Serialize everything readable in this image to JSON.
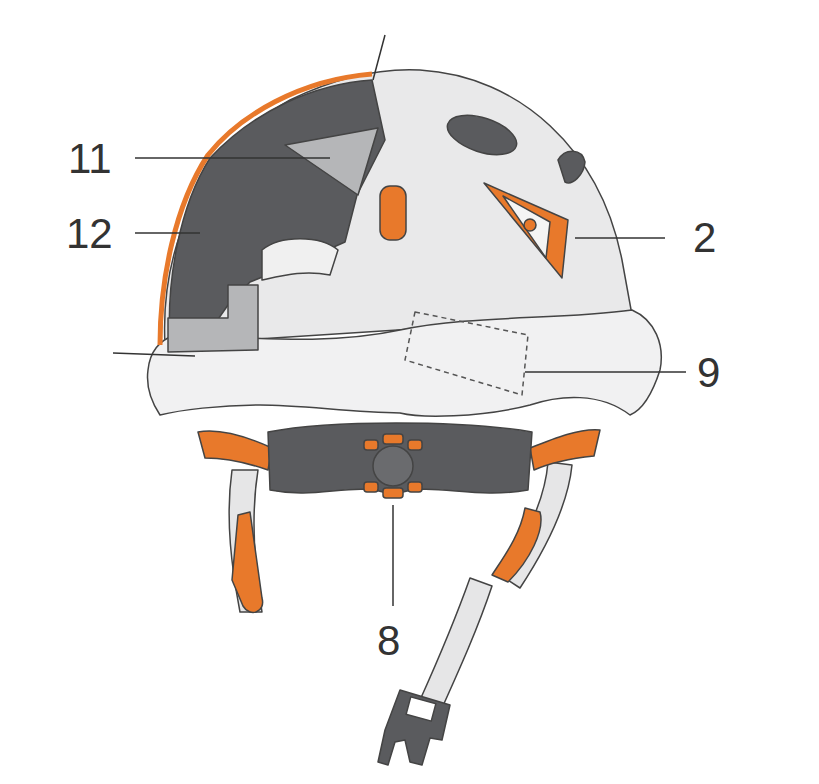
{
  "diagram": {
    "labels": [
      "11",
      "12",
      "2",
      "9",
      "8"
    ]
  }
}
